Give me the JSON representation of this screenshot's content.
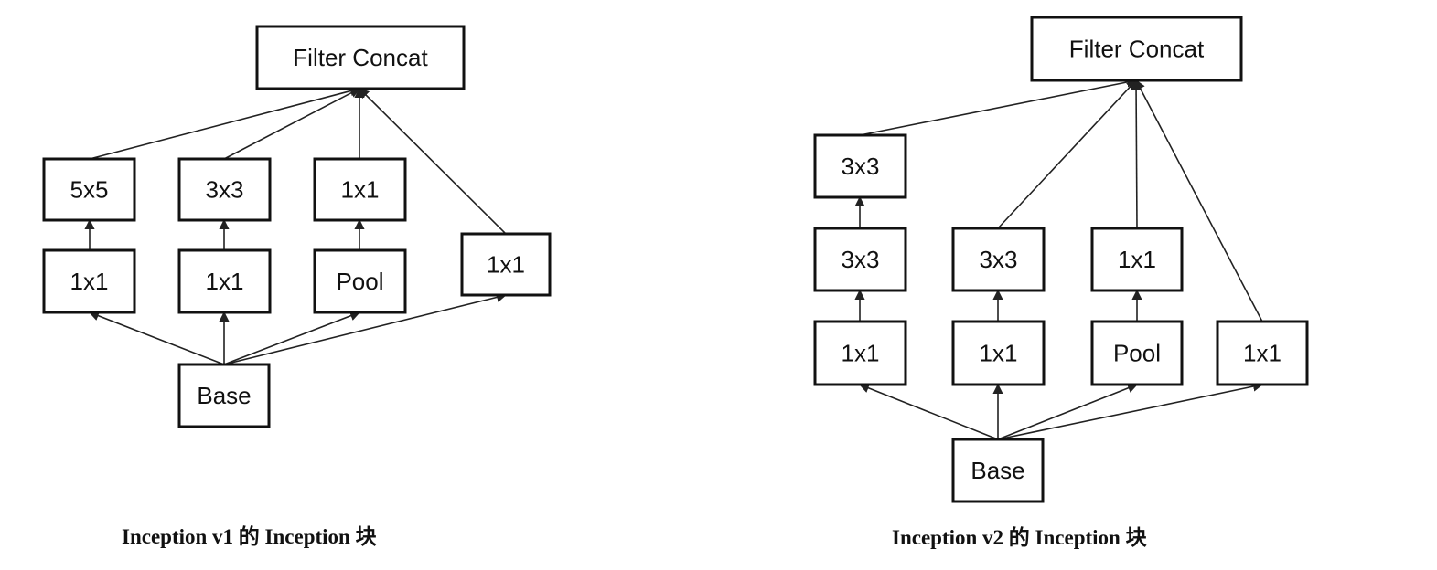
{
  "diagrams": [
    {
      "caption": "Inception v1 的 Inception 块",
      "nodes": {
        "concat": "Filter Concat",
        "b1_top": "5x5",
        "b1_mid": "1x1",
        "b2_top": "3x3",
        "b2_mid": "1x1",
        "b3_top": "1x1",
        "b3_mid": "Pool",
        "b4_mid": "1x1",
        "base": "Base"
      }
    },
    {
      "caption": "Inception v2 的 Inception 块",
      "nodes": {
        "concat": "Filter Concat",
        "b1_top": "3x3",
        "b1_mid": "3x3",
        "b1_bot": "1x1",
        "b2_mid": "3x3",
        "b2_bot": "1x1",
        "b3_mid": "1x1",
        "b3_bot": "Pool",
        "b4_bot": "1x1",
        "base": "Base"
      }
    }
  ]
}
